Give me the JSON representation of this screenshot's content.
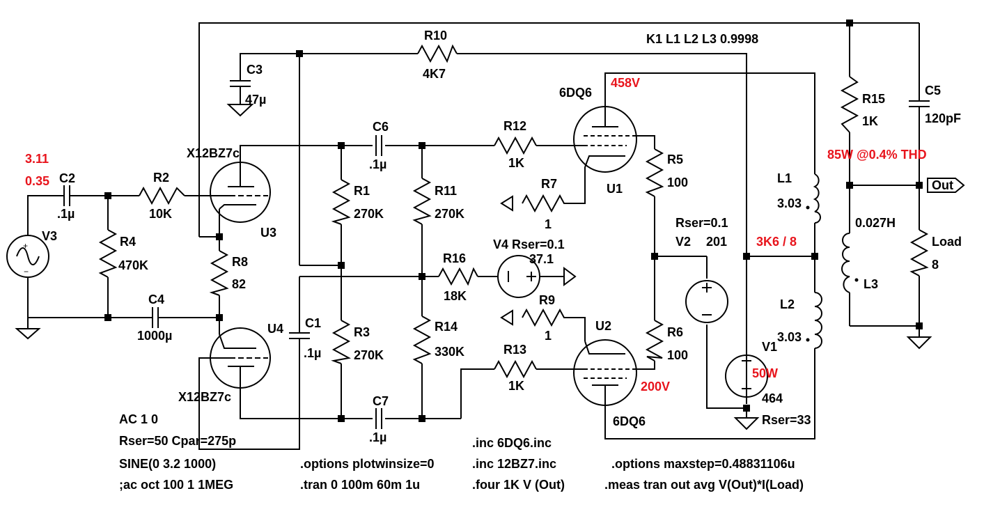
{
  "colors": {
    "wire": "#000000",
    "annotation": "#e8141c",
    "background": "#ffffff"
  },
  "labels": {
    "k_coupling": "K1 L1 L2 L3  0.9998",
    "r10": "R10",
    "r10_val": "4K7",
    "c3": "C3",
    "c3_val": "47µ",
    "x12bz7c_top": "X12BZ7c",
    "u3": "U3",
    "v3_amp": "3.11",
    "v3_ac": "0.35",
    "c2": "C2",
    "c2_val": ".1µ",
    "r2": "R2",
    "r2_val": "10K",
    "v3": "V3",
    "r4": "R4",
    "r4_val": "470K",
    "c4": "C4",
    "c4_val": "1000µ",
    "r8": "R8",
    "r8_val": "82",
    "u4": "U4",
    "x12bz7c_bot": "X12BZ7c",
    "c6": "C6",
    "c6_val": ".1µ",
    "r1": "R1",
    "r1_val": "270K",
    "r11": "R11",
    "r11_val": "270K",
    "c1": "C1",
    "c1_val": ".1µ",
    "r3": "R3",
    "r3_val": "270K",
    "r14": "R14",
    "r14_val": "330K",
    "c7": "C7",
    "c7_val": ".1µ",
    "r12": "R12",
    "r12_val": "1K",
    "r7": "R7",
    "r7_val": "1",
    "v4_label": "V4 Rser=0.1",
    "v4_val": "37.1",
    "r16": "R16",
    "r16_val": "18K",
    "r9": "R9",
    "r9_val": "1",
    "r13": "R13",
    "r13_val": "1K",
    "tube_top": "6DQ6",
    "u1": "U1",
    "v_plate_top": "458V",
    "r5": "R5",
    "r5_val": "100",
    "rser_v2": "Rser=0.1",
    "v2": "V2",
    "v2_val": "201",
    "u2": "U2",
    "tube_bot": "6DQ6",
    "v_plate_bot": "200V",
    "r6": "R6",
    "r6_val": "100",
    "v1": "V1",
    "v1_power": "50W",
    "v1_val": "464",
    "v1_rser": "Rser=33",
    "r15": "R15",
    "r15_val": "1K",
    "c5": "C5",
    "c5_val": "120pF",
    "power_out": "85W @0.4% THD",
    "l1": "L1",
    "l1_val": "3.03",
    "l3_ind": "0.027H",
    "l3": "L3",
    "impedance": "3K6 / 8",
    "l2": "L2",
    "l2_val": "3.03",
    "load": "Load",
    "load_val": "8",
    "out": "Out"
  },
  "directives": {
    "ac": "AC 1 0",
    "rser_cpar": "Rser=50 Cpar=275p",
    "sine": "SINE(0 3.2 1000)",
    "ac_sweep": ";ac oct 100 1 1MEG",
    "plotwin": ".options plotwinsize=0",
    "tran": ".tran 0 100m 60m 1u",
    "inc_6dq6": ".inc 6DQ6.inc",
    "inc_12bz7": ".inc 12BZ7.inc",
    "four": ".four 1K V (Out)",
    "maxstep": ".options maxstep=0.48831106u",
    "meas": ".meas tran out avg V(Out)*I(Load)"
  }
}
